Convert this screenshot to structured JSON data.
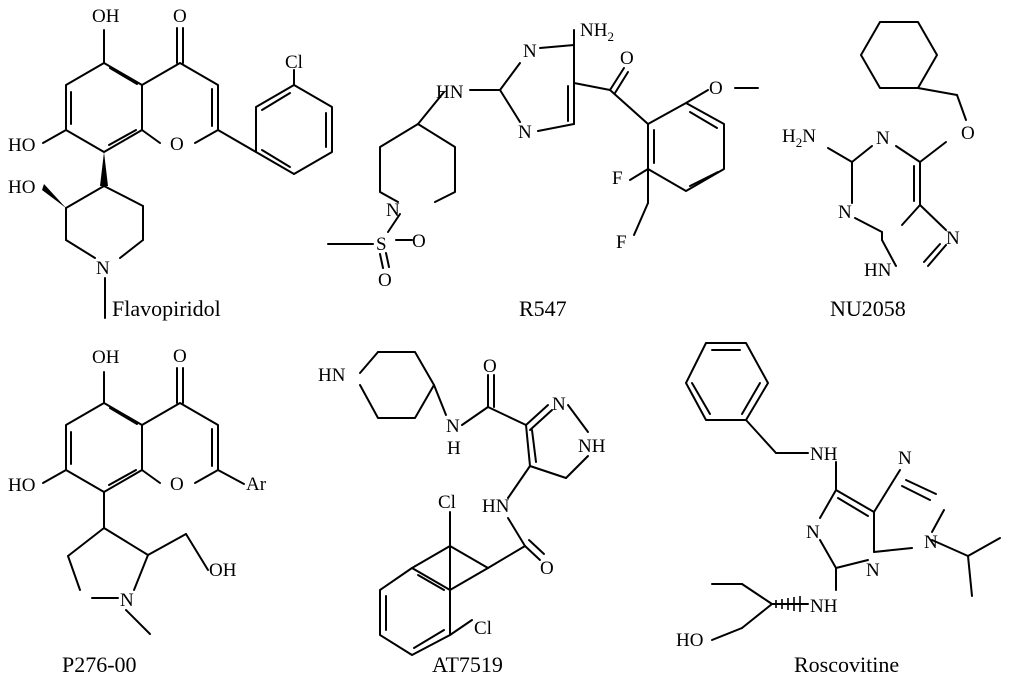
{
  "molecules": [
    {
      "name": "Flavopiridol"
    },
    {
      "name": "R547"
    },
    {
      "name": "NU2058"
    },
    {
      "name": "P276-00"
    },
    {
      "name": "AT7519"
    },
    {
      "name": "Roscovitine"
    }
  ],
  "atoms": {
    "flavopiridol": {
      "oh_top": "OH",
      "o_carbonyl": "O",
      "ho_left": "HO",
      "ring_o": "O",
      "cl": "Cl",
      "ho_pip": "HO",
      "n": "N"
    },
    "r547": {
      "nh2": "NH",
      "nh2_sub": "2",
      "n_top": "N",
      "n_bot": "N",
      "hn": "HN",
      "o_ketone": "O",
      "o_methoxy": "O",
      "f1": "F",
      "f2": "F",
      "n_pip": "N",
      "s": "S",
      "o1": "O",
      "o2": "O"
    },
    "nu2058": {
      "h2n": "H",
      "h2n_sub": "2",
      "h2n_n": "N",
      "n_top": "N",
      "n_bot": "N",
      "n_imid": "N",
      "hn": "HN",
      "o_ether": "O"
    },
    "p276": {
      "oh_top": "OH",
      "o_carbonyl": "O",
      "ho_left": "HO",
      "ring_o": "O",
      "ar": "Ar",
      "n": "N",
      "oh_ch2": "OH"
    },
    "at7519": {
      "hn_pip": "HN",
      "o_amide1": "O",
      "n_amide1": "N",
      "h_amide1": "H",
      "n_pz1": "N",
      "nh_pz": "NH",
      "hn_amide2": "HN",
      "o_amide2": "O",
      "cl1": "Cl",
      "cl2": "Cl"
    },
    "roscovitine": {
      "nh_benzyl": "NH",
      "n_top": "N",
      "n_left": "N",
      "n_bot": "N",
      "n_imid": "N",
      "nh_amine": "NH",
      "ho": "HO"
    }
  }
}
